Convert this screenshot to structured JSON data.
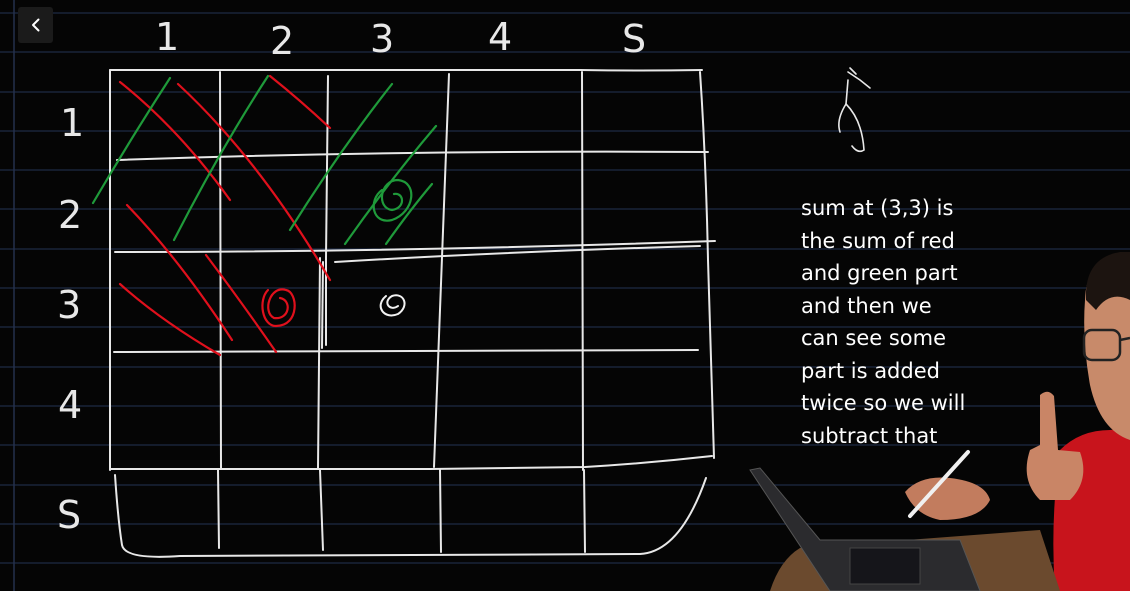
{
  "navigation": {
    "back_icon": "chevron-left-icon"
  },
  "board": {
    "column_labels": [
      "1",
      "2",
      "3",
      "4",
      "S"
    ],
    "row_labels": [
      "1",
      "2",
      "3",
      "4",
      "S"
    ],
    "colors": {
      "background": "#050505",
      "ruled_lines": "#1e2a44",
      "chalk": "#e8e8e8",
      "red": "#e0101c",
      "green": "#1f9a3a"
    }
  },
  "note": {
    "lines": [
      "sum at (3,3) is",
      "the sum of red",
      "and green part",
      "and then we",
      "can see some",
      "part is added",
      "twice so we will",
      "subtract that"
    ]
  }
}
